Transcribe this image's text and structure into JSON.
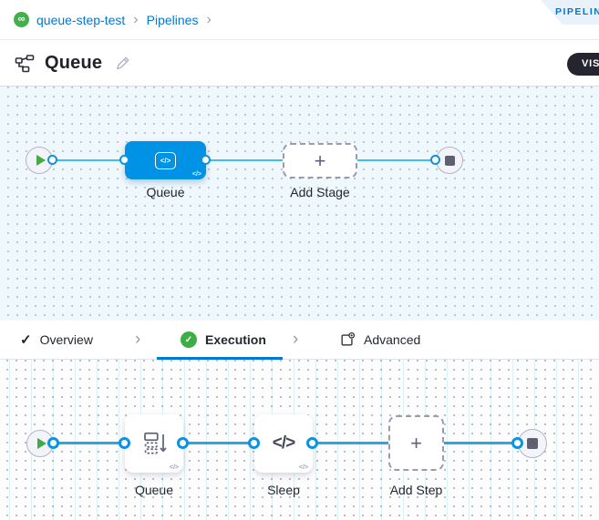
{
  "glyphs": {
    "plus": "+",
    "check": "✓",
    "chevron": "›",
    "code": "</>",
    "infinity": "∞"
  },
  "breadcrumb": {
    "items": [
      {
        "label": "queue-step-test"
      },
      {
        "label": "Pipelines"
      }
    ]
  },
  "ribbon_label": "PIPELINE STUDIO",
  "header": {
    "title": "Queue",
    "view_toggle_label": "VISUAL"
  },
  "tabs": {
    "overview": "Overview",
    "execution": "Execution",
    "advanced": "Advanced"
  },
  "stage_graph": {
    "stage_label": "Queue",
    "add_stage_label": "Add Stage"
  },
  "execution_graph": {
    "step1_label": "Queue",
    "step2_label": "Sleep",
    "add_step_label": "Add Step"
  },
  "colors": {
    "accent_blue": "#0092e4",
    "link_blue": "#0278d5",
    "wire_blue": "#22a9e6",
    "green": "#42ab45",
    "active_tab_underline": "#0278d5"
  }
}
